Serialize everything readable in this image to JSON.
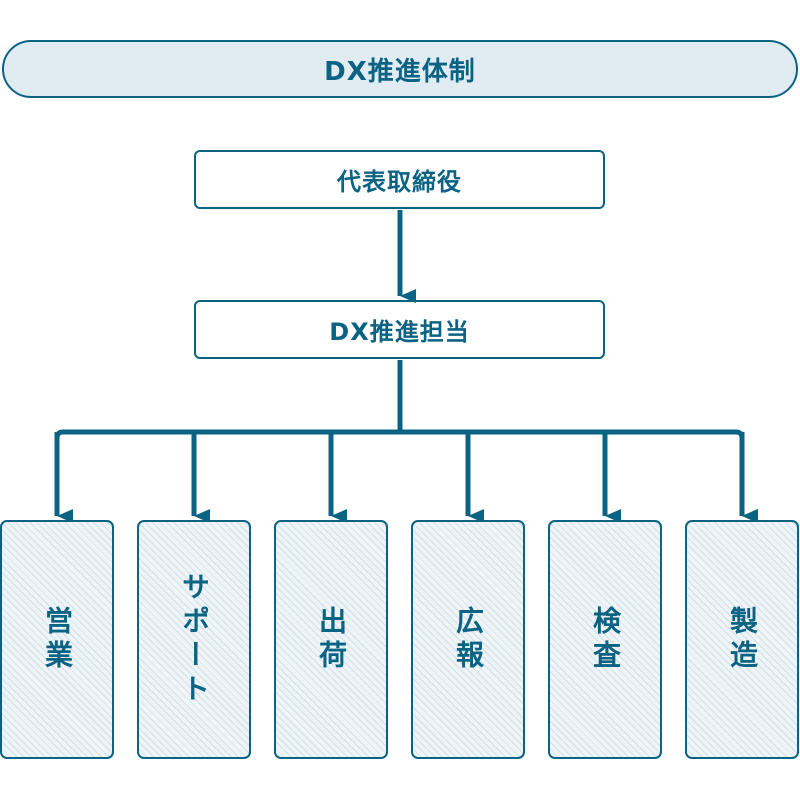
{
  "title": "DX推進体制",
  "top_box": "代表取締役",
  "middle_box": "DX推進担当",
  "departments": [
    "営業",
    "サポート",
    "出荷",
    "広報",
    "検査",
    "製造"
  ],
  "colors": {
    "accent": "#0b6384",
    "banner_fill": "#e1ecf2",
    "dept_fill": "#eef4f7"
  }
}
